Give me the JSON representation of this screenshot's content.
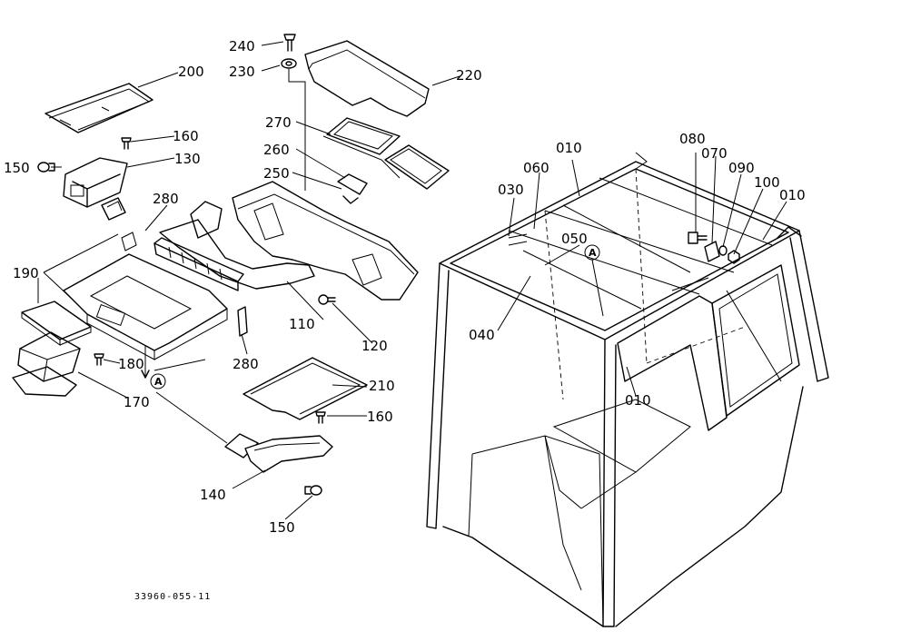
{
  "diagram": {
    "drawing_number": "33960-055-11",
    "reference_mark": "A",
    "callouts": {
      "c240": "240",
      "c230": "230",
      "c220": "220",
      "c200": "200",
      "c160a": "160",
      "c150a": "150",
      "c130": "130",
      "c270": "270",
      "c260": "260",
      "c250": "250",
      "c280a": "280",
      "c190": "190",
      "c110": "110",
      "c120": "120",
      "c280b": "280",
      "c180": "180",
      "c170": "170",
      "c210": "210",
      "c160b": "160",
      "c140": "140",
      "c150b": "150",
      "c010a": "010",
      "c080": "080",
      "c070": "070",
      "c090": "090",
      "c100": "100",
      "c010b": "010",
      "c060": "060",
      "c030": "030",
      "c050": "050",
      "c040": "040",
      "c010c": "010"
    }
  }
}
